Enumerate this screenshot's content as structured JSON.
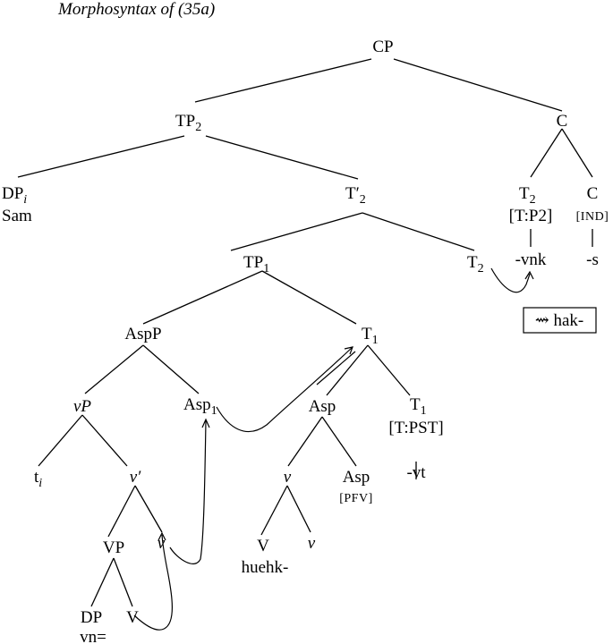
{
  "caption": "Morphosyntax of (35a)",
  "nodes": {
    "cp": "CP",
    "tp2": {
      "base": "TP",
      "sub": "2"
    },
    "c_top": "C",
    "dpi": {
      "base": "DP",
      "sub": "i"
    },
    "sam": "Sam",
    "tbar2": {
      "base": "T′",
      "sub": "2"
    },
    "t2_head": {
      "base": "T",
      "sub": "2"
    },
    "t2_feature": "[T:P2]",
    "vnk": "-vnk",
    "c_head": "C",
    "c_feature": "[IND]",
    "s": "-s",
    "tp1": {
      "base": "TP",
      "sub": "1"
    },
    "t2_mid": {
      "base": "T",
      "sub": "2"
    },
    "hak": "⇝ hak-",
    "aspp": "AspP",
    "t1_mid": {
      "base": "T",
      "sub": "1"
    },
    "vp_small": "vP",
    "asp1": {
      "base": "Asp",
      "sub": "1"
    },
    "asp_mid": "Asp",
    "t1_head": {
      "base": "T",
      "sub": "1"
    },
    "t1_feature": "[T:PST]",
    "vt": "-vt",
    "ti": {
      "base": "t",
      "sub": "i"
    },
    "vbar": "v′",
    "v_small_1": "v",
    "asp_head": "Asp",
    "asp_feature": "[PFV]",
    "vp": "VP",
    "v_small_2": "v",
    "v_cap": "V",
    "v_small_3": "v",
    "huehk": "huehk-",
    "dp": "DP",
    "v_cap_2": "V",
    "vn": "vn="
  }
}
